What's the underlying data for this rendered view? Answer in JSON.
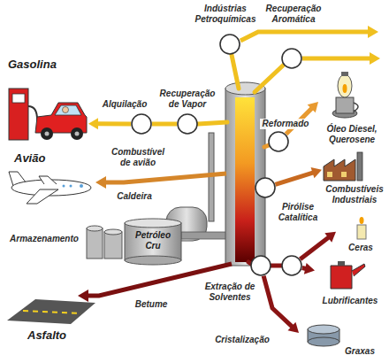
{
  "diagram": {
    "nodes": [
      {
        "text": [
          "Indústrias Petroquímicas"
        ]
      },
      {
        "text": [
          "Recuperação Aromática"
        ]
      },
      {
        "text": [
          "Gasolina"
        ]
      },
      {
        "text": [
          "Recuperação de Vapor"
        ]
      },
      {
        "text": [
          "Alquilação"
        ]
      },
      {
        "text": [
          "Reformado"
        ]
      },
      {
        "text": [
          "Óleo Diesel, Querosene"
        ]
      },
      {
        "text": [
          "Avião"
        ]
      },
      {
        "text": [
          "Pirólise Catalítica"
        ]
      },
      {
        "text": [
          "Combustíveis Industriais"
        ]
      },
      {
        "text": [
          "Petróleo Cru"
        ]
      },
      {
        "text": [
          "Ceras"
        ]
      },
      {
        "text": [
          "Extração de Solventes"
        ]
      },
      {
        "text": [
          "Cristalização"
        ]
      },
      {
        "text": [
          "Lubrificantes"
        ]
      },
      {
        "text": [
          "Asfalto"
        ]
      },
      {
        "text": [
          "Graxas"
        ]
      }
    ],
    "edges": [
      {
        "from": 3,
        "to": 4,
        "arrow": "none"
      },
      {
        "from": 4,
        "to": 2,
        "arrow": "to"
      },
      {
        "from": 5,
        "to": 6,
        "arrow": "to"
      },
      {
        "from": 8,
        "to": 9,
        "arrow": "to"
      },
      {
        "from": 13,
        "to": 11,
        "arrow": "to"
      },
      {
        "from": 13,
        "to": 14,
        "arrow": "to"
      },
      {
        "from": 12,
        "to": 16,
        "arrow": "to"
      }
    ],
    "labels": [
      "Combustível de avião",
      "Caldeira",
      "Armazenamento",
      "Betume"
    ]
  }
}
